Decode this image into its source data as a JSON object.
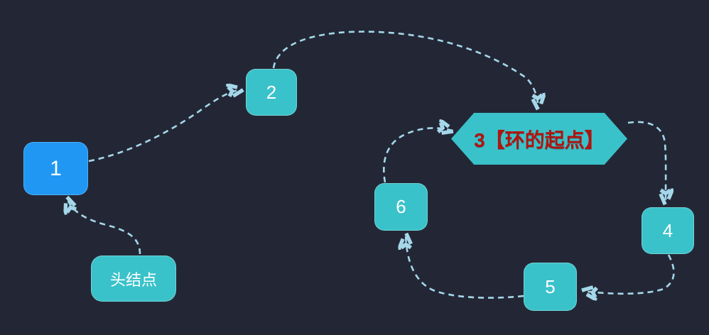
{
  "colors": {
    "bg": "#232735",
    "node-blue": "#2098f3",
    "node-teal": "#3ac2ca",
    "node-text": "#ffffff",
    "cycle-text": "#b01410",
    "arrow": "#a5d7ea"
  },
  "diagram": {
    "description": "linked-list-with-cycle",
    "nodes": {
      "head": {
        "label": "头结点",
        "shape": "rounded-rect"
      },
      "n1": {
        "label": "1",
        "shape": "rounded-rect",
        "highlight": "blue"
      },
      "n2": {
        "label": "2",
        "shape": "rounded-rect"
      },
      "n3": {
        "label": "3【环的起点】",
        "shape": "hexagon"
      },
      "n4": {
        "label": "4",
        "shape": "rounded-rect"
      },
      "n5": {
        "label": "5",
        "shape": "rounded-rect"
      },
      "n6": {
        "label": "6",
        "shape": "rounded-rect"
      }
    },
    "edges": [
      {
        "from": "head",
        "to": "n1"
      },
      {
        "from": "n1",
        "to": "n2"
      },
      {
        "from": "n2",
        "to": "n3"
      },
      {
        "from": "n3",
        "to": "n4"
      },
      {
        "from": "n4",
        "to": "n5"
      },
      {
        "from": "n5",
        "to": "n6"
      },
      {
        "from": "n6",
        "to": "n3"
      }
    ]
  }
}
